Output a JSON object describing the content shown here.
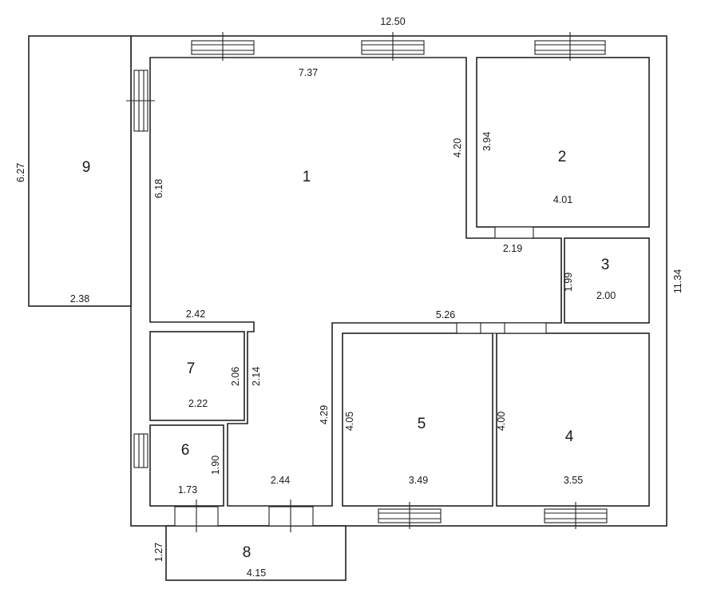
{
  "plan": {
    "rooms": [
      {
        "number": "1",
        "width": "7.37",
        "height": "6.18"
      },
      {
        "number": "2",
        "width": "4.01",
        "height": "3.94"
      },
      {
        "number": "3",
        "width": "2.00",
        "height": "1.99"
      },
      {
        "number": "4",
        "width": "3.55",
        "height": "4.00"
      },
      {
        "number": "5",
        "width": "3.49",
        "height": "4.05"
      },
      {
        "number": "6",
        "width": "1.73",
        "height": "1.90"
      },
      {
        "number": "7",
        "width": "2.22",
        "height": "2.06",
        "depth": "2.14"
      },
      {
        "number": "8",
        "width": "4.15",
        "height": "1.27"
      },
      {
        "number": "9",
        "width": "2.38",
        "height": "6.27"
      }
    ],
    "overall": {
      "width": "12.50",
      "height": "11.34"
    },
    "inner_dims": {
      "room1_notch": "4.20",
      "corridor_lower": "2.44",
      "corridor_lower_height": "4.29",
      "hall_top": "5.26",
      "passage": "2.19",
      "room7_top": "2.42"
    }
  }
}
